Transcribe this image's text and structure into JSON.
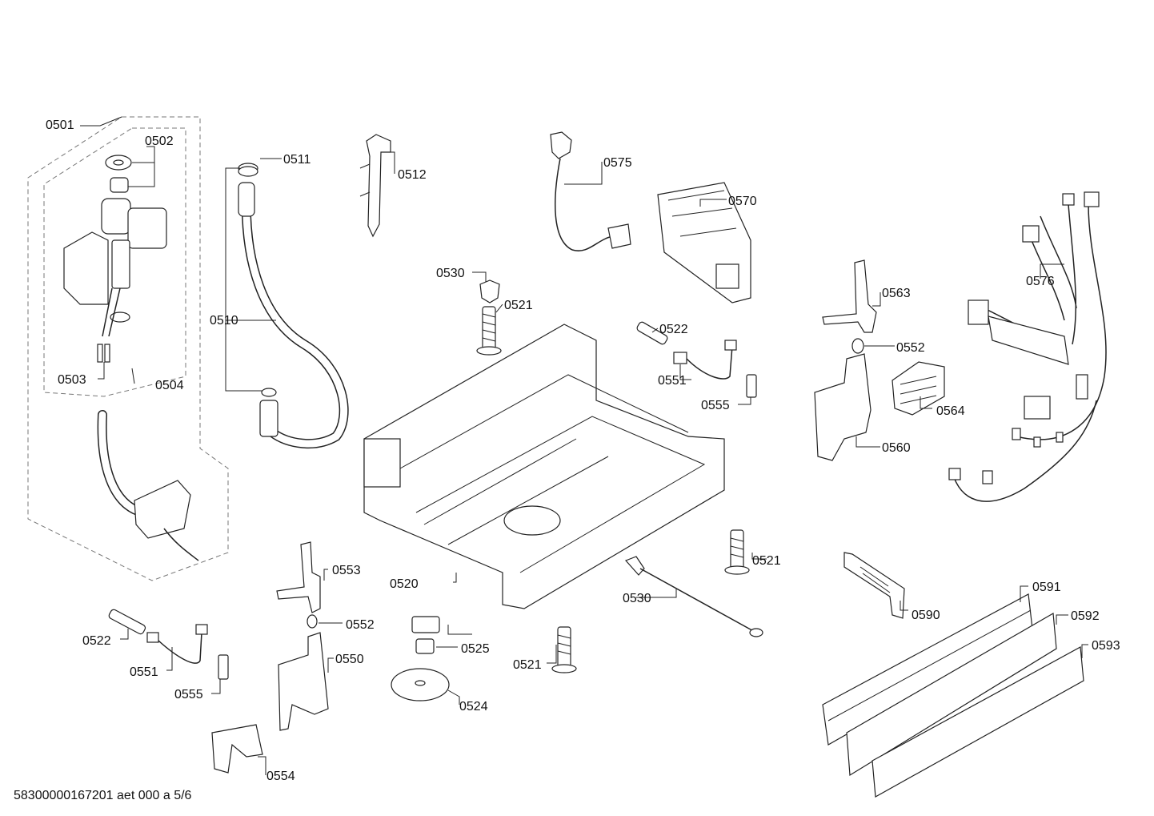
{
  "footer_text": "58300000167201 aet 000 a 5/6",
  "callouts": [
    "0501",
    "0502",
    "0503",
    "0504",
    "0510",
    "0511",
    "0512",
    "0520",
    "0521",
    "0521",
    "0521",
    "0522",
    "0522",
    "0524",
    "0525",
    "0530",
    "0530",
    "0550",
    "0551",
    "0551",
    "0552",
    "0552",
    "0553",
    "0554",
    "0555",
    "0555",
    "0560",
    "0563",
    "0564",
    "0570",
    "0575",
    "0576",
    "0590",
    "0591",
    "0592",
    "0593"
  ]
}
